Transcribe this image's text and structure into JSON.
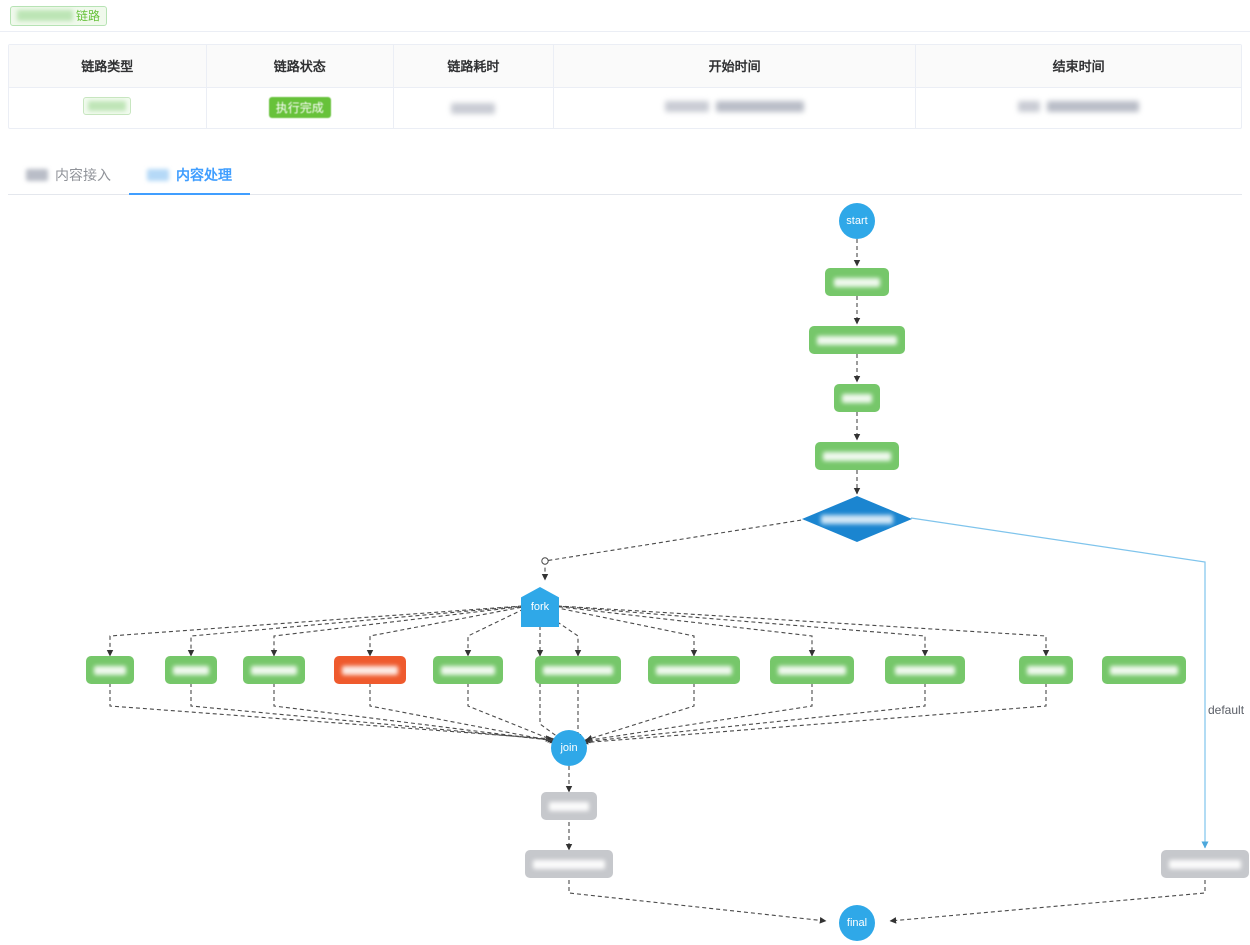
{
  "header": {
    "badge_suffix": "链路",
    "badge_redacted": true
  },
  "table": {
    "columns": [
      "链路类型",
      "链路状态",
      "链路耗时",
      "开始时间",
      "结束时间"
    ],
    "rows": [
      {
        "type": "",
        "status": "执行完成",
        "duration": "",
        "start_time": "",
        "end_time": ""
      }
    ]
  },
  "tabs": [
    {
      "label": "内容接入",
      "active": false
    },
    {
      "label": "内容处理",
      "active": true
    }
  ],
  "graph": {
    "start_label": "start",
    "fork_label": "fork",
    "join_label": "join",
    "final_label": "final",
    "default_edge_label": "default",
    "chain_nodes": [
      {
        "id": "n1",
        "status": "ok",
        "width": 64
      },
      {
        "id": "n2",
        "status": "ok",
        "width": 96
      },
      {
        "id": "n3",
        "status": "ok",
        "width": 46
      },
      {
        "id": "n4",
        "status": "ok",
        "width": 84
      }
    ],
    "decision_node": {
      "id": "d1",
      "status": "decision"
    },
    "parallel_nodes": [
      {
        "id": "p1",
        "status": "ok",
        "width": 48
      },
      {
        "id": "p2",
        "status": "ok",
        "width": 52
      },
      {
        "id": "p3",
        "status": "ok",
        "width": 62
      },
      {
        "id": "p4",
        "status": "error",
        "width": 72
      },
      {
        "id": "p5",
        "status": "ok",
        "width": 70
      },
      {
        "id": "p6",
        "status": "ok",
        "width": 86
      },
      {
        "id": "p7",
        "status": "ok",
        "width": 92
      },
      {
        "id": "p8",
        "status": "ok",
        "width": 84
      },
      {
        "id": "p9",
        "status": "ok",
        "width": 80
      },
      {
        "id": "p10",
        "status": "ok",
        "width": 54
      },
      {
        "id": "p11",
        "status": "ok",
        "width": 84
      }
    ],
    "post_join_nodes": [
      {
        "id": "j1",
        "status": "skipped",
        "width": 56
      },
      {
        "id": "j2",
        "status": "skipped",
        "width": 88
      }
    ],
    "default_branch_node": {
      "id": "b1",
      "status": "skipped",
      "width": 88
    }
  },
  "colors": {
    "node_ok": "#76c76a",
    "node_error": "#ef5a2d",
    "node_skipped": "#c6c8cc",
    "node_control": "#2fa8e8",
    "node_decision": "#1b85d0",
    "accent": "#409eff",
    "status_success": "#67c23a",
    "edge": "#4a4a4a",
    "edge_default": "#7fc4ec"
  }
}
